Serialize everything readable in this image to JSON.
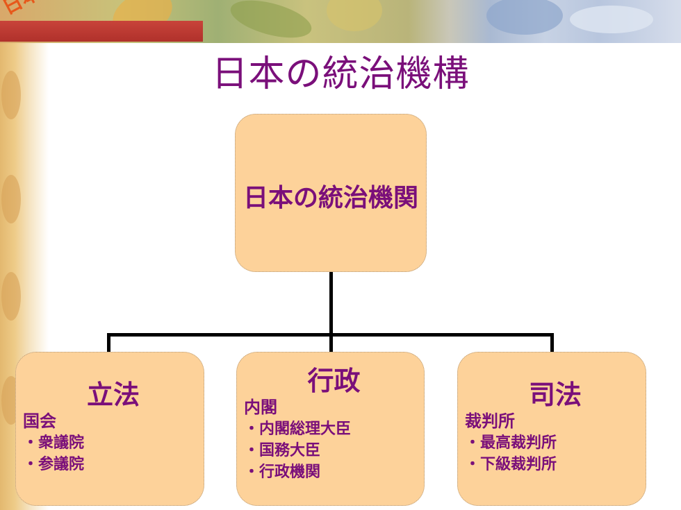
{
  "decoration": {
    "corner_text": "日本の社会"
  },
  "slide": {
    "title": "日本の統治機構"
  },
  "diagram": {
    "root": {
      "label": "日本の統治機関"
    },
    "branches": [
      {
        "heading": "立法",
        "sub": "国会",
        "items": [
          "・衆議院",
          "・参議院"
        ]
      },
      {
        "heading": "行政",
        "sub": "内閣",
        "items": [
          "・内閣総理大臣",
          "・国務大臣",
          "・行政機関"
        ]
      },
      {
        "heading": "司法",
        "sub": "裁判所",
        "items": [
          "・最高裁判所",
          "・下級裁判所"
        ]
      }
    ]
  },
  "colors": {
    "title": "#7a0f7a",
    "box_fill": "#fdd29a",
    "connector": "#000000",
    "accent_red": "#b0312b"
  }
}
